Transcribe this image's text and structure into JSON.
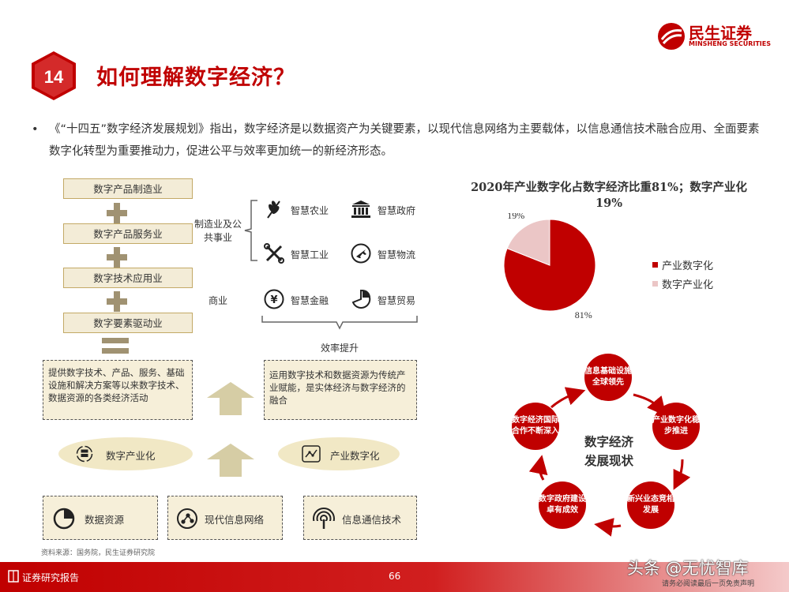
{
  "header": {
    "slide_number": "14",
    "title": "如何理解数字经济？",
    "logo_cn": "民生证券",
    "logo_en": "MINSHENG SECURITIES"
  },
  "bullet": {
    "marker": "•",
    "text": "《“十四五”数字经济发展规划》指出，数字经济是以数据资产为关键要素，以现代信息网络为主要载体，以信息通信技术融合应用、全面要素数字化转型为重要推动力，促进公平与效率更加统一的新经济形态。"
  },
  "flow": {
    "steps": [
      "数字产品制造业",
      "数字产品服务业",
      "数字技术应用业",
      "数字要素驱动业"
    ],
    "left_desc": "提供数字技术、产品、服务、基础设施和解决方案等以来数字技术、数据资源的各类经济活动",
    "right_desc": "运用数字技术和数据资源为传统产业赋能，是实体经济与数字经济的融合",
    "left_oval": "数字产业化",
    "right_oval": "产业数字化",
    "categories": {
      "manufacturing": "制造业及公共事业",
      "commerce": "商业"
    },
    "apps": [
      {
        "label": "智慧农业",
        "icon": "leaf-icon"
      },
      {
        "label": "智慧政府",
        "icon": "government-building-icon"
      },
      {
        "label": "智慧工业",
        "icon": "tools-icon"
      },
      {
        "label": "智慧物流",
        "icon": "airplane-icon"
      },
      {
        "label": "智慧金融",
        "icon": "yuan-coin-icon"
      },
      {
        "label": "智慧贸易",
        "icon": "pie-icon"
      }
    ],
    "efficiency": "效率提升",
    "bases": [
      {
        "label": "数据资源",
        "icon": "data-pie-icon"
      },
      {
        "label": "现代信息网络",
        "icon": "network-icon"
      },
      {
        "label": "信息通信技术",
        "icon": "signal-icon"
      }
    ],
    "source": "资料来源：国务院，民生证券研究院"
  },
  "chart_data": {
    "type": "pie",
    "title": "2020年产业数字化占数字经济比重81%；数字产业化19%",
    "categories": [
      "产业数字化",
      "数字产业化"
    ],
    "values": [
      81,
      19
    ],
    "value_labels": [
      "81%",
      "19%"
    ],
    "colors": [
      "#c00000",
      "#ebc6c6"
    ],
    "legend_position": "right"
  },
  "cycle": {
    "center_line1": "数字经济",
    "center_line2": "发展现状",
    "nodes": [
      "信息基础设施全球领先",
      "产业数字化稳步推进",
      "新兴业态竞相发展",
      "数字政府建设卓有成效",
      "数字经济国际合作不断深入"
    ]
  },
  "footer": {
    "left": "证券研究报告",
    "page": "66",
    "note": "请务必阅读最后一页免责声明",
    "watermark": "头条 @无忧智库"
  },
  "colors": {
    "brand_red": "#c00000",
    "beige": "#f3ecd7",
    "pie_light": "#ebc6c6"
  }
}
